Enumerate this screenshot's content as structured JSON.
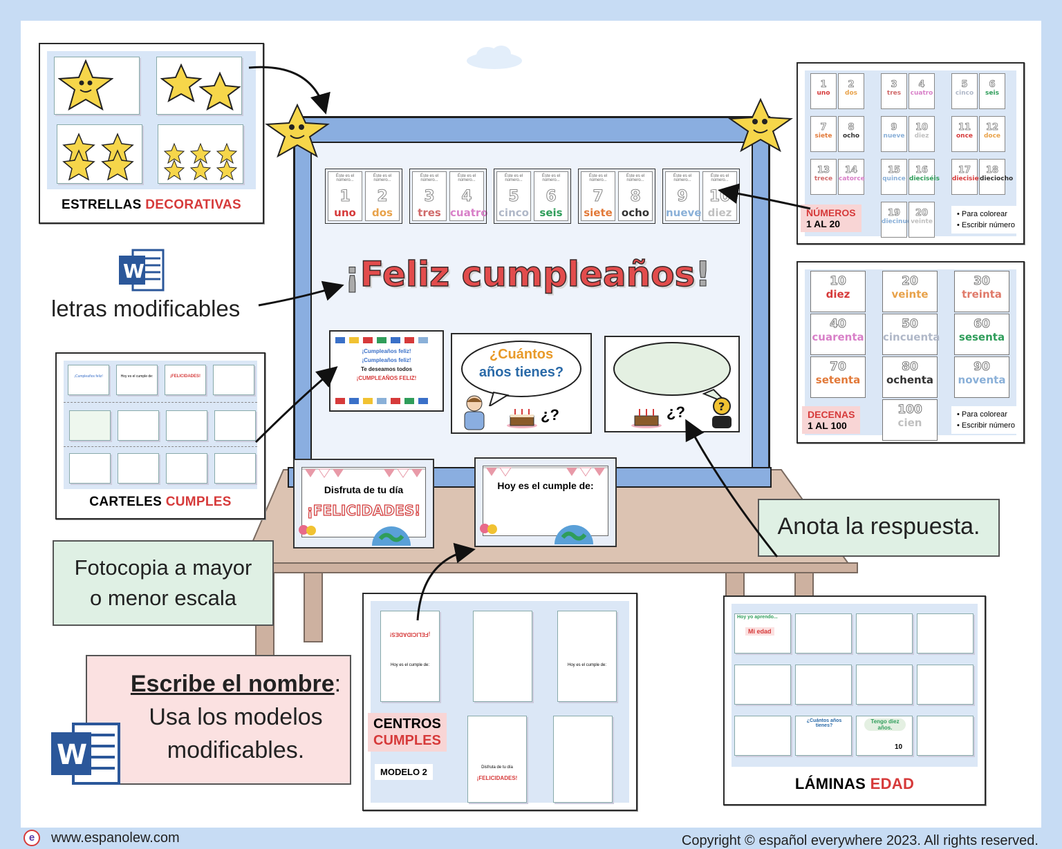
{
  "colors": {
    "background": "#c7dcf4",
    "accent_red": "#d63a3a",
    "board_frame": "#8aaee0",
    "note_green": "#dff0e4",
    "note_pink": "#fbe1e1"
  },
  "estrellas": {
    "title_black": "ESTRELLAS",
    "title_red": "DECORATIVAS"
  },
  "word_note": {
    "icon": "word-icon",
    "text": "letras modificables"
  },
  "carteles": {
    "title_black": "CARTELES",
    "title_red": "CUMPLES",
    "mini_labels": [
      "¡Cumpleaños feliz!",
      "Hoy es el cumple de:",
      "¡FELICIDADES!"
    ]
  },
  "fotocopia": {
    "text_line1": "Fotocopia a mayor",
    "text_line2": "o menor escala"
  },
  "escribe": {
    "bold": "Escribe el nombre",
    "colon": ":",
    "line2": "Usa los modelos",
    "line3": "modificables."
  },
  "board": {
    "title_open": "¡",
    "title": "Feliz cumpleaños",
    "title_close": "!",
    "number_cards": [
      {
        "n": "1",
        "w": "uno",
        "c": "#d63a3a"
      },
      {
        "n": "2",
        "w": "dos",
        "c": "#e8a24a"
      },
      {
        "n": "3",
        "w": "tres",
        "c": "#d06a6a"
      },
      {
        "n": "4",
        "w": "cuatro",
        "c": "#d880c8"
      },
      {
        "n": "5",
        "w": "cinco",
        "c": "#b0b8c8"
      },
      {
        "n": "6",
        "w": "seis",
        "c": "#2f9d5a"
      },
      {
        "n": "7",
        "w": "siete",
        "c": "#e27a3a"
      },
      {
        "n": "8",
        "w": "ocho",
        "c": "#333333"
      },
      {
        "n": "9",
        "w": "nueve",
        "c": "#8ab0d8"
      },
      {
        "n": "10",
        "w": "diez",
        "c": "#c0c0c0"
      }
    ],
    "card_header": "Éste es el número...",
    "flag_poster": {
      "line1": "¡Cumpleaños feliz!",
      "line2": "¡Cumpleaños feliz!",
      "line3": "Te deseamos todos",
      "line4": "¡CUMPLEAÑOS FELIZ!"
    },
    "speech_q1": "¿Cuántos",
    "speech_q2": "años tienes?",
    "mark": "¿?",
    "tent1_line1": "Disfruta de tu día",
    "tent1_line2": "¡FELICIDADES!",
    "tent2_line1": "Hoy es el cumple de:"
  },
  "numeros": {
    "tag_line1": "NÚMEROS",
    "tag_line2": "1 AL 20",
    "bullets": [
      "Para colorear",
      "Escribir número"
    ],
    "cards": [
      {
        "n": "1",
        "w": "uno",
        "c": "#d63a3a"
      },
      {
        "n": "2",
        "w": "dos",
        "c": "#e8a24a"
      },
      {
        "n": "3",
        "w": "tres",
        "c": "#d06a6a"
      },
      {
        "n": "4",
        "w": "cuatro",
        "c": "#d880c8"
      },
      {
        "n": "5",
        "w": "cinco",
        "c": "#b0b8c8"
      },
      {
        "n": "6",
        "w": "seis",
        "c": "#2f9d5a"
      },
      {
        "n": "7",
        "w": "siete",
        "c": "#e27a3a"
      },
      {
        "n": "8",
        "w": "ocho",
        "c": "#333333"
      },
      {
        "n": "9",
        "w": "nueve",
        "c": "#8ab0d8"
      },
      {
        "n": "10",
        "w": "diez",
        "c": "#c0c0c0"
      },
      {
        "n": "11",
        "w": "once",
        "c": "#d63a3a"
      },
      {
        "n": "12",
        "w": "doce",
        "c": "#e8a24a"
      },
      {
        "n": "13",
        "w": "trece",
        "c": "#d06a6a"
      },
      {
        "n": "14",
        "w": "catorce",
        "c": "#d880c8"
      },
      {
        "n": "15",
        "w": "quince",
        "c": "#8ab0d8"
      },
      {
        "n": "16",
        "w": "dieciséis",
        "c": "#2f9d5a"
      },
      {
        "n": "17",
        "w": "diecisiete",
        "c": "#d63a3a"
      },
      {
        "n": "18",
        "w": "dieciocho",
        "c": "#333333"
      },
      {
        "n": "19",
        "w": "diecinueve",
        "c": "#8ab0d8"
      },
      {
        "n": "20",
        "w": "veinte",
        "c": "#c0c0c0"
      }
    ]
  },
  "decenas": {
    "tag_line1": "DECENAS",
    "tag_line2": "1 AL 100",
    "bullets": [
      "Para colorear",
      "Escribir número"
    ],
    "cards": [
      {
        "n": "10",
        "w": "diez",
        "c": "#d63a3a"
      },
      {
        "n": "20",
        "w": "veinte",
        "c": "#e8a24a"
      },
      {
        "n": "30",
        "w": "treinta",
        "c": "#e07a6a"
      },
      {
        "n": "40",
        "w": "cuarenta",
        "c": "#d880c8"
      },
      {
        "n": "50",
        "w": "cincuenta",
        "c": "#b0b8c8"
      },
      {
        "n": "60",
        "w": "sesenta",
        "c": "#2f9d5a"
      },
      {
        "n": "70",
        "w": "setenta",
        "c": "#e27a3a"
      },
      {
        "n": "80",
        "w": "ochenta",
        "c": "#333333"
      },
      {
        "n": "90",
        "w": "noventa",
        "c": "#8ab0d8"
      },
      {
        "n": "100",
        "w": "cien",
        "c": "#c0c0c0"
      }
    ]
  },
  "anota": {
    "text": "Anota la respuesta."
  },
  "centros": {
    "title_line1": "CENTROS",
    "title_line2": "CUMPLES",
    "modelo": "MODELO 2",
    "mini1": "¡FELICIDADES!",
    "mini2": "Hoy es el cumple de:",
    "mini3": "Disfruta de tu día"
  },
  "laminas": {
    "title_black": "LÁMINAS",
    "title_red": "EDAD",
    "mini": [
      "Hoy yo aprendo...",
      "Mi edad",
      "¿Cuántos años tienes?",
      "Tengo diez años.",
      "10"
    ]
  },
  "footer": {
    "website": "www.espanolew.com",
    "copyright": "Copyright © español everywhere 2023. All rights reserved."
  }
}
